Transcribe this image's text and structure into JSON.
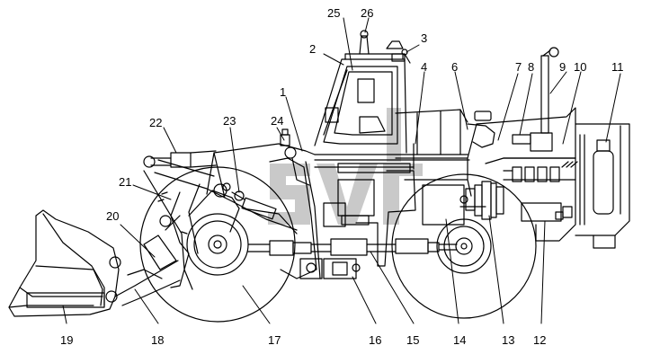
{
  "diagram": {
    "subject": "wheel-loader-parts-layout",
    "line_color": "#000000",
    "watermark_color": "#9a9a9a",
    "callouts": [
      {
        "id": "c1",
        "label": "1"
      },
      {
        "id": "c2",
        "label": "2"
      },
      {
        "id": "c3",
        "label": "3"
      },
      {
        "id": "c4",
        "label": "4"
      },
      {
        "id": "c6",
        "label": "6"
      },
      {
        "id": "c7",
        "label": "7"
      },
      {
        "id": "c8",
        "label": "8"
      },
      {
        "id": "c9",
        "label": "9"
      },
      {
        "id": "c10",
        "label": "10"
      },
      {
        "id": "c11",
        "label": "11"
      },
      {
        "id": "c12",
        "label": "12"
      },
      {
        "id": "c13",
        "label": "13"
      },
      {
        "id": "c14",
        "label": "14"
      },
      {
        "id": "c15",
        "label": "15"
      },
      {
        "id": "c16",
        "label": "16"
      },
      {
        "id": "c17",
        "label": "17"
      },
      {
        "id": "c18",
        "label": "18"
      },
      {
        "id": "c19",
        "label": "19"
      },
      {
        "id": "c20",
        "label": "20"
      },
      {
        "id": "c21",
        "label": "21"
      },
      {
        "id": "c22",
        "label": "22"
      },
      {
        "id": "c23",
        "label": "23"
      },
      {
        "id": "c24",
        "label": "24"
      },
      {
        "id": "c25",
        "label": "25"
      },
      {
        "id": "c26",
        "label": "26"
      }
    ]
  }
}
